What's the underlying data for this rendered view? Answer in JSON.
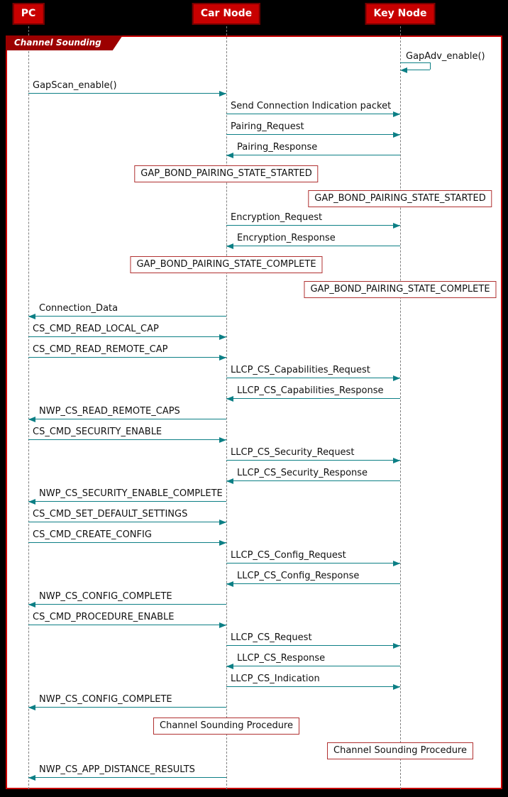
{
  "diagram": {
    "frame_title": "Channel Sounding",
    "participants": [
      {
        "id": "pc",
        "label": "PC"
      },
      {
        "id": "car",
        "label": "Car Node"
      },
      {
        "id": "key",
        "label": "Key Node"
      }
    ],
    "colors": {
      "participant_fill": "#c80000",
      "participant_border": "#740000",
      "frame_border": "#c80000",
      "frame_tab_fill": "#9c0000",
      "arrow": "#0c7f85",
      "note_border": "#b03030",
      "lifeline": "#7f7f7f",
      "text": "#111111",
      "background": "#000000",
      "canvas": "#ffffff"
    },
    "items": [
      {
        "type": "self",
        "at": "key",
        "label": "GapAdv_enable()"
      },
      {
        "type": "message",
        "from": "pc",
        "to": "car",
        "label": "GapScan_enable()"
      },
      {
        "type": "message",
        "from": "car",
        "to": "key",
        "label": "Send Connection Indication packet"
      },
      {
        "type": "message",
        "from": "car",
        "to": "key",
        "label": "Pairing_Request"
      },
      {
        "type": "message",
        "from": "key",
        "to": "car",
        "label": "Pairing_Response"
      },
      {
        "type": "note",
        "over": "car",
        "label": "GAP_BOND_PAIRING_STATE_STARTED"
      },
      {
        "type": "note",
        "over": "key",
        "label": "GAP_BOND_PAIRING_STATE_STARTED"
      },
      {
        "type": "message",
        "from": "car",
        "to": "key",
        "label": "Encryption_Request"
      },
      {
        "type": "message",
        "from": "key",
        "to": "car",
        "label": "Encryption_Response"
      },
      {
        "type": "note",
        "over": "car",
        "label": "GAP_BOND_PAIRING_STATE_COMPLETE"
      },
      {
        "type": "note",
        "over": "key",
        "label": "GAP_BOND_PAIRING_STATE_COMPLETE"
      },
      {
        "type": "message",
        "from": "car",
        "to": "pc",
        "label": "Connection_Data"
      },
      {
        "type": "message",
        "from": "pc",
        "to": "car",
        "label": "CS_CMD_READ_LOCAL_CAP"
      },
      {
        "type": "message",
        "from": "pc",
        "to": "car",
        "label": "CS_CMD_READ_REMOTE_CAP"
      },
      {
        "type": "message",
        "from": "car",
        "to": "key",
        "label": "LLCP_CS_Capabilities_Request"
      },
      {
        "type": "message",
        "from": "key",
        "to": "car",
        "label": "LLCP_CS_Capabilities_Response"
      },
      {
        "type": "message",
        "from": "car",
        "to": "pc",
        "label": "NWP_CS_READ_REMOTE_CAPS"
      },
      {
        "type": "message",
        "from": "pc",
        "to": "car",
        "label": "CS_CMD_SECURITY_ENABLE"
      },
      {
        "type": "message",
        "from": "car",
        "to": "key",
        "label": "LLCP_CS_Security_Request"
      },
      {
        "type": "message",
        "from": "key",
        "to": "car",
        "label": "LLCP_CS_Security_Response"
      },
      {
        "type": "message",
        "from": "car",
        "to": "pc",
        "label": "NWP_CS_SECURITY_ENABLE_COMPLETE"
      },
      {
        "type": "message",
        "from": "pc",
        "to": "car",
        "label": "CS_CMD_SET_DEFAULT_SETTINGS"
      },
      {
        "type": "message",
        "from": "pc",
        "to": "car",
        "label": "CS_CMD_CREATE_CONFIG"
      },
      {
        "type": "message",
        "from": "car",
        "to": "key",
        "label": "LLCP_CS_Config_Request"
      },
      {
        "type": "message",
        "from": "key",
        "to": "car",
        "label": "LLCP_CS_Config_Response"
      },
      {
        "type": "message",
        "from": "car",
        "to": "pc",
        "label": "NWP_CS_CONFIG_COMPLETE"
      },
      {
        "type": "message",
        "from": "pc",
        "to": "car",
        "label": "CS_CMD_PROCEDURE_ENABLE"
      },
      {
        "type": "message",
        "from": "car",
        "to": "key",
        "label": "LLCP_CS_Request"
      },
      {
        "type": "message",
        "from": "key",
        "to": "car",
        "label": "LLCP_CS_Response"
      },
      {
        "type": "message",
        "from": "car",
        "to": "key",
        "label": "LLCP_CS_Indication"
      },
      {
        "type": "message",
        "from": "car",
        "to": "pc",
        "label": "NWP_CS_CONFIG_COMPLETE"
      },
      {
        "type": "note",
        "over": "car",
        "label": "Channel Sounding Procedure"
      },
      {
        "type": "note",
        "over": "key",
        "label": "Channel Sounding Procedure"
      },
      {
        "type": "message",
        "from": "car",
        "to": "pc",
        "label": "NWP_CS_APP_DISTANCE_RESULTS"
      }
    ]
  }
}
